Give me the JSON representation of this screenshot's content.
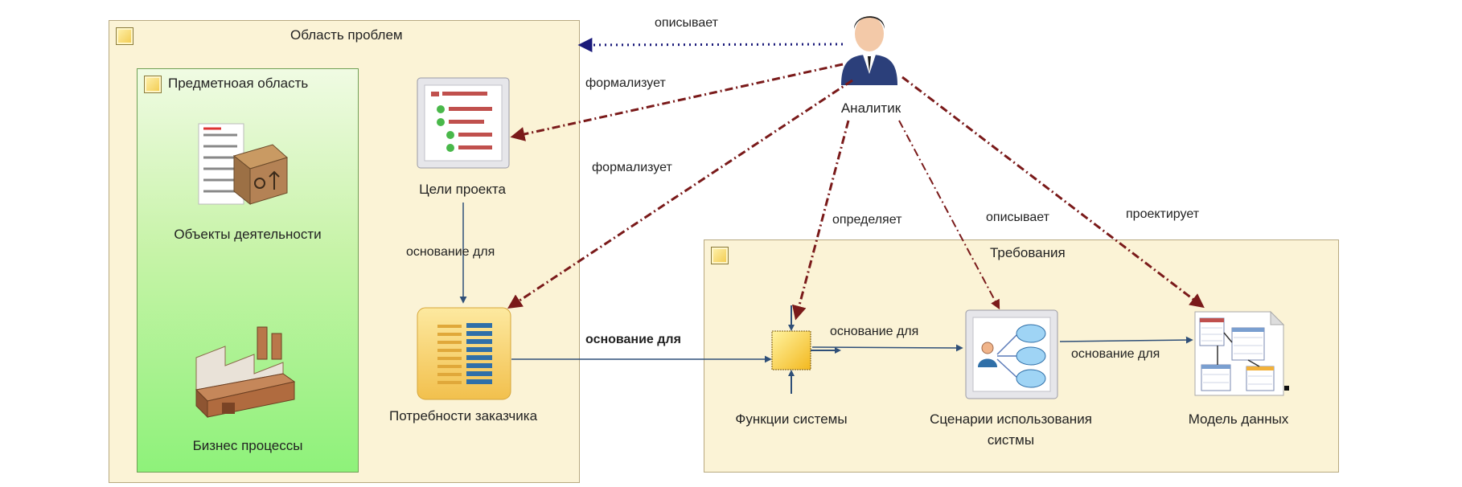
{
  "areas": {
    "problem": "Область проблем",
    "domain": "Предметноая область",
    "requirements": "Требования"
  },
  "nodes": {
    "analyst": "Аналитик",
    "objects": "Объекты деятельности",
    "business": "Бизнес процессы",
    "goals": "Цели проекта",
    "needs": "Потребности заказчика",
    "functions": "Функции системы",
    "scenarios_line1": "Сценарии использования",
    "scenarios_line2": "систмы",
    "datamodel": "Модель данных"
  },
  "edges": {
    "describes_problem": "описывает",
    "formalizes_goals": "формализует",
    "formalizes_needs": "формализует",
    "defines": "определяет",
    "describes_scenarios": "описывает",
    "designs": "проектирует",
    "basis_goals_needs": "основание для",
    "basis_needs_functions": "основание для",
    "basis_functions_scenarios": "основание для",
    "basis_scenarios_model": "основание для"
  },
  "colors": {
    "dashed_arrow": "#7a1a1a",
    "dotted_arrow": "#1a1a7a",
    "solid_arrow": "#2f4f78"
  }
}
